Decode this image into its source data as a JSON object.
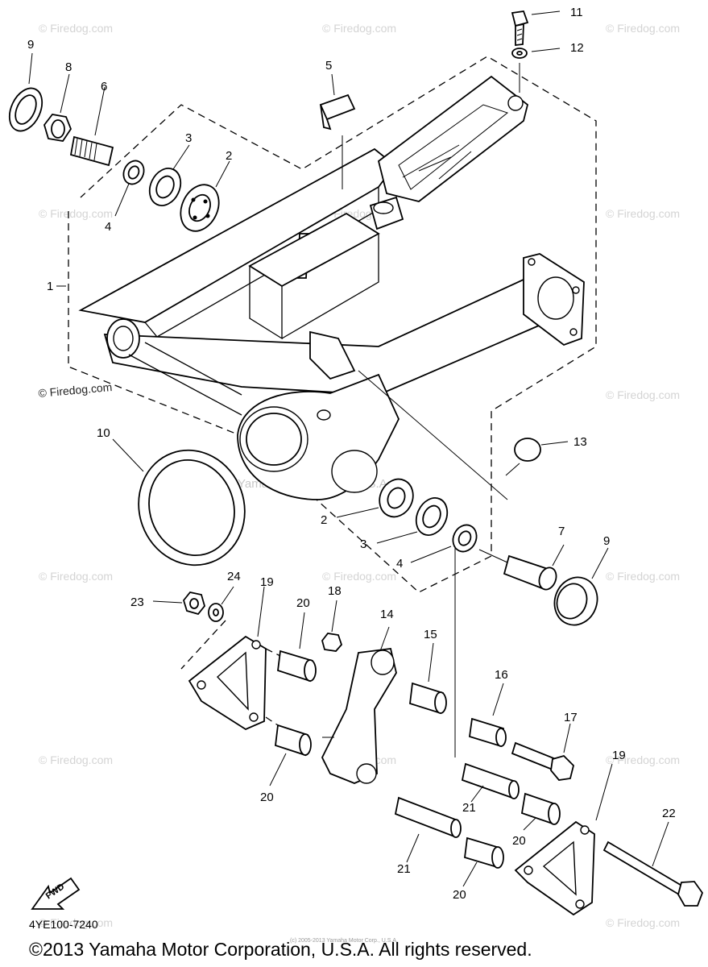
{
  "diagram": {
    "part_labels": [
      "1",
      "2",
      "3",
      "4",
      "5",
      "6",
      "7",
      "8",
      "9",
      "10",
      "11",
      "12",
      "13",
      "14",
      "15",
      "16",
      "17",
      "18",
      "19",
      "20",
      "21",
      "22",
      "23",
      "24"
    ],
    "repeated_labels": {
      "two": "2",
      "three": "3",
      "four": "4",
      "nine": "9",
      "nineteen": "19",
      "twenty": "20",
      "twentyone": "21"
    },
    "watermark": "© Firedog.com",
    "center_watermark": "Yamaha Motor Corp., U.S.A.",
    "fine_print": "(c) 2005-2013 Yamaha Motor Corp., U.S.A.",
    "fwd_label": "FWD",
    "diagram_code": "4YE100-7240",
    "copyright": "©2013 Yamaha Motor Corporation, U.S.A. All rights reserved."
  },
  "colors": {
    "line": "#000000",
    "background": "#ffffff",
    "watermark": "#d4d4d4"
  }
}
